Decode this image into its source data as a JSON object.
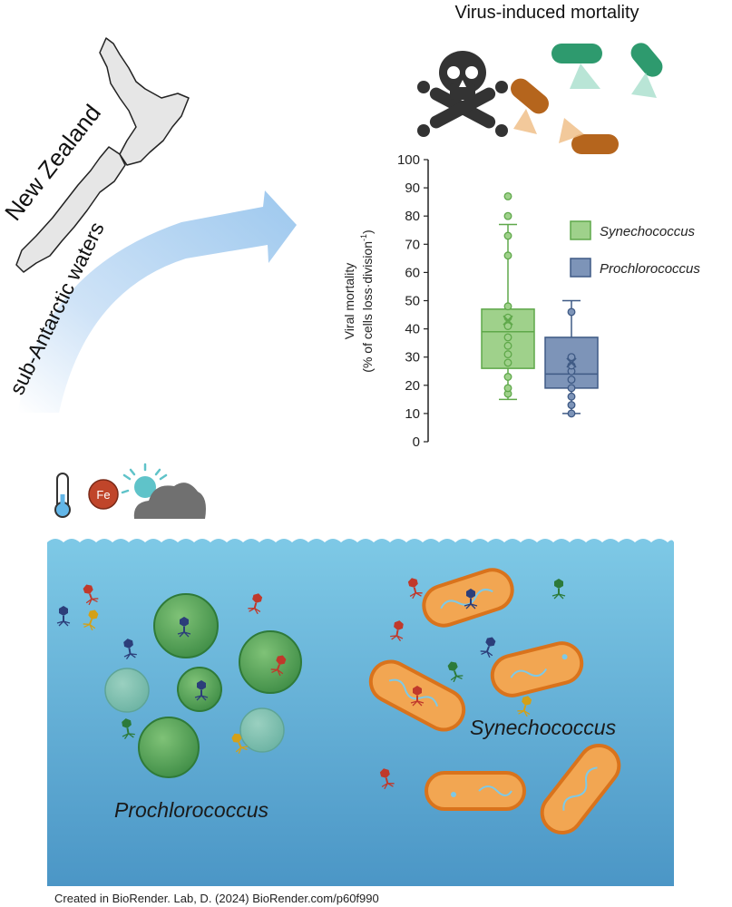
{
  "map": {
    "country_label": "New Zealand",
    "current_label": "sub-Antarctic waters"
  },
  "mortality": {
    "title": "Virus-induced mortality"
  },
  "environment": {
    "icons": [
      "thermometer-icon",
      "iron-icon",
      "sun-cloud-icon"
    ],
    "iron_symbol": "Fe"
  },
  "ocean": {
    "synechococcus_label": "Synechococcus",
    "prochlorococcus_label": "Prochlorococcus"
  },
  "credit": "Created in BioRender. Lab, D. (2024) BioRender.com/p60f990",
  "chart_data": {
    "type": "box",
    "ylabel_line1": "Viral mortality",
    "ylabel_line2": "(% of cells loss·division",
    "ylabel_sup": "-1",
    "ylim": [
      0,
      100
    ],
    "yticks": [
      0,
      10,
      20,
      30,
      40,
      50,
      60,
      70,
      80,
      90,
      100
    ],
    "legend_position": "right",
    "series": [
      {
        "name": "Synechococcus",
        "color": "#9fd18b",
        "edge": "#5fa84a",
        "whisker_low": 15,
        "q1": 26,
        "median": 39,
        "q3": 47,
        "whisker_high": 77,
        "mean": 43,
        "points": [
          17,
          19,
          23,
          28,
          31,
          34,
          37,
          41,
          44,
          48,
          66,
          73,
          80,
          87
        ]
      },
      {
        "name": "Prochlorococcus",
        "color": "#7d94b8",
        "edge": "#3f5a85",
        "whisker_low": 10,
        "q1": 19,
        "median": 24,
        "q3": 37,
        "whisker_high": 50,
        "mean": 28,
        "points": [
          10,
          13,
          16,
          19,
          22,
          25,
          27,
          30,
          46
        ]
      }
    ]
  }
}
